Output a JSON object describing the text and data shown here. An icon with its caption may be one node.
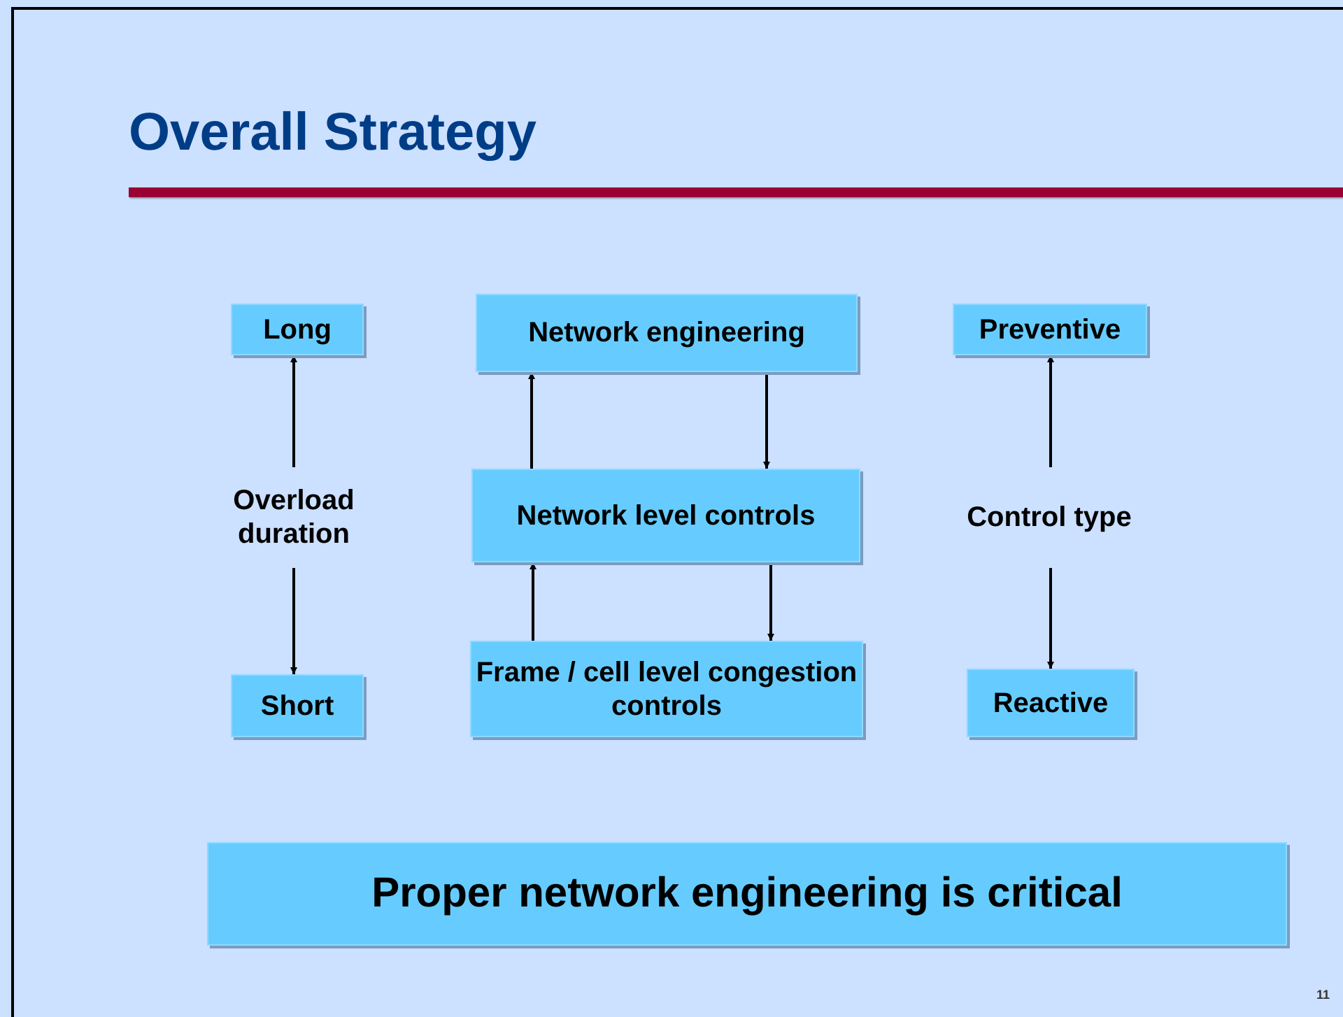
{
  "diagram": {
    "title": "Overall Strategy",
    "nodes": [
      {
        "text": [
          "Long"
        ]
      },
      {
        "text": [
          "Overload duration"
        ]
      },
      {
        "text": [
          "Short"
        ]
      },
      {
        "text": [
          "Network engineering"
        ]
      },
      {
        "text": [
          "Network level controls"
        ]
      },
      {
        "text": [
          "Frame / cell level congestion controls"
        ]
      },
      {
        "text": [
          "Preventive"
        ]
      },
      {
        "text": [
          "Control type"
        ]
      },
      {
        "text": [
          "Reactive"
        ]
      },
      {
        "text": [
          "Proper network engineering is critical"
        ]
      }
    ],
    "edges": [
      {
        "from": 1,
        "to": 0,
        "arrow": "to"
      },
      {
        "from": 1,
        "to": 2,
        "arrow": "to"
      },
      {
        "from": 4,
        "to": 3,
        "arrow": "to"
      },
      {
        "from": 3,
        "to": 4,
        "arrow": "to"
      },
      {
        "from": 5,
        "to": 4,
        "arrow": "to"
      },
      {
        "from": 4,
        "to": 5,
        "arrow": "to"
      },
      {
        "from": 7,
        "to": 6,
        "arrow": "to"
      },
      {
        "from": 7,
        "to": 8,
        "arrow": "to"
      }
    ],
    "labels": [
      "11"
    ]
  }
}
